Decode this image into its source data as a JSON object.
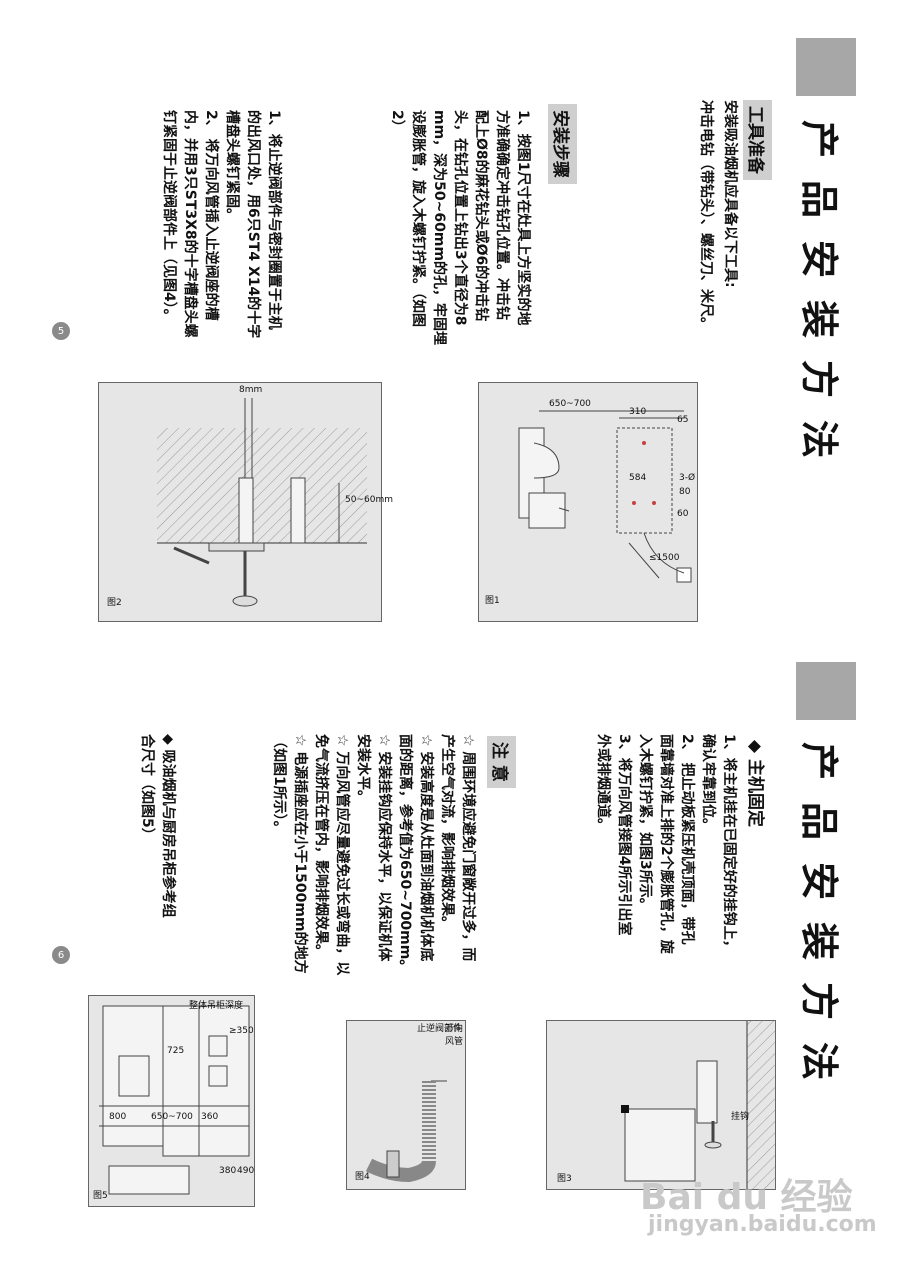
{
  "page_upper": {
    "title": "产品安装方法",
    "tools_section": {
      "label": "工具准备",
      "lines": [
        "安装吸油烟机应具备以下工具:",
        "冲击电钻（带钻头）、螺丝刀、米尺。"
      ]
    },
    "steps_section": {
      "label": "安装步骤",
      "step1_lines": [
        "1、按图1尺寸在灶具上方坚实的地",
        "方准确确定冲击钻孔位置。冲击钻",
        "配上Ø8的麻花钻头或Ø6的冲击钻",
        "头，在钻孔位置上钻出3个直径为8",
        "mm，深为50~60mm的孔，牢固埋",
        "设膨胀管，旋入木螺钉拧紧。（如图",
        "2）"
      ],
      "step2_lines": [
        "1、将止逆阀部件与密封圈置于主机",
        "的出风口处，用6只ST4 X14的十字",
        "槽盘头螺钉紧固。",
        "2、 将万向风管插入止逆阀座的槽",
        "内，并用3只ST3X8的十字槽盘头螺",
        "钉紧固于止逆阀部件上（见图4）。"
      ]
    },
    "page_number": "5",
    "fig1": {
      "label": "图1",
      "dims": [
        "650~700",
        "310",
        "65",
        "584",
        "60",
        "80",
        "3-Ø",
        "≤1500"
      ]
    },
    "fig2": {
      "label": "图2",
      "dims": [
        "8mm",
        "50~60mm"
      ]
    }
  },
  "page_lower": {
    "title": "产品安装方法",
    "fix_section": {
      "label": "◆ 主机固定",
      "lines": [
        "1、将主机挂在已固定好的挂钩上，",
        "确认牢靠到位。",
        "2、 把止动板紧压机壳顶面，带孔",
        "面靠墙对准上排的2个膨胀管孔，旋",
        "入木螺钉拧紧，如图3所示。",
        "3、将万向风管接图4所示引出室",
        "外或排烟通道。"
      ]
    },
    "notes_section": {
      "label": "注 意",
      "lines": [
        "☆ 周围环境应避免门窗敞开过多，而",
        "产生空气对流，影响排烟效果。",
        "☆ 安装高度是从灶面到油烟机机体底",
        "面的距离，参考值为650~700mm。",
        "☆ 安装挂钩应保持水平，以保证机体",
        "安装水平。",
        "☆ 万向风管应尽量避免过长或弯曲，以",
        "免气流挤压在管内，影响排烟效果。",
        "☆ 电源插座应在小于1500mm的地方",
        "（如图1所示）。"
      ]
    },
    "cabinet_section": {
      "lines": [
        "◆ 吸油烟机与厨房吊柜参考组",
        "合尺寸（如图5）"
      ]
    },
    "page_number": "6",
    "fig3": {
      "label": "图3",
      "callout": "挂钩"
    },
    "fig4": {
      "label": "图4",
      "callouts": [
        "万向风管",
        "止逆阀部件"
      ]
    },
    "fig5": {
      "label": "图5",
      "dims": [
        "725",
        "800",
        "650~700",
        "360",
        "490",
        "380",
        "≥350"
      ],
      "callout": "整体吊柜深度"
    }
  },
  "watermark": {
    "logo": "Bai du 经验",
    "url": "jingyan.baidu.com"
  }
}
